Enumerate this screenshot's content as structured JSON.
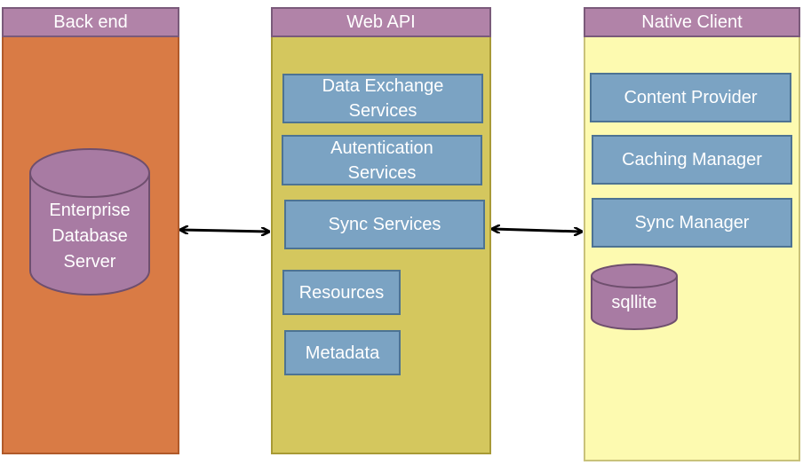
{
  "columns": {
    "backend": {
      "title": "Back end",
      "database": {
        "lines": [
          "Enterprise",
          "Database",
          "Server"
        ]
      }
    },
    "webapi": {
      "title": "Web API",
      "boxes": [
        {
          "line1": "Data Exchange",
          "line2": "Services"
        },
        {
          "line1": "Autentication",
          "line2": "Services"
        },
        {
          "label": "Sync Services"
        },
        {
          "label": "Resources"
        },
        {
          "label": "Metadata"
        }
      ]
    },
    "native": {
      "title": "Native Client",
      "boxes": [
        {
          "label": "Content Provider"
        },
        {
          "label": "Caching Manager"
        },
        {
          "label": "Sync Manager"
        }
      ],
      "database": {
        "label": "sqllite"
      }
    }
  },
  "colors": {
    "backend_fill": "#d97b45",
    "webapi_fill": "#d4c75e",
    "native_fill": "#fdfab0",
    "header_fill": "#b183a8",
    "service_box_fill": "#7ba3c3",
    "database_fill": "#a87ba3"
  },
  "connectors": [
    {
      "from": "Back end",
      "to": "Web API",
      "style": "bidirectional-arrow"
    },
    {
      "from": "Web API",
      "to": "Native Client",
      "style": "bidirectional-arrow"
    }
  ]
}
